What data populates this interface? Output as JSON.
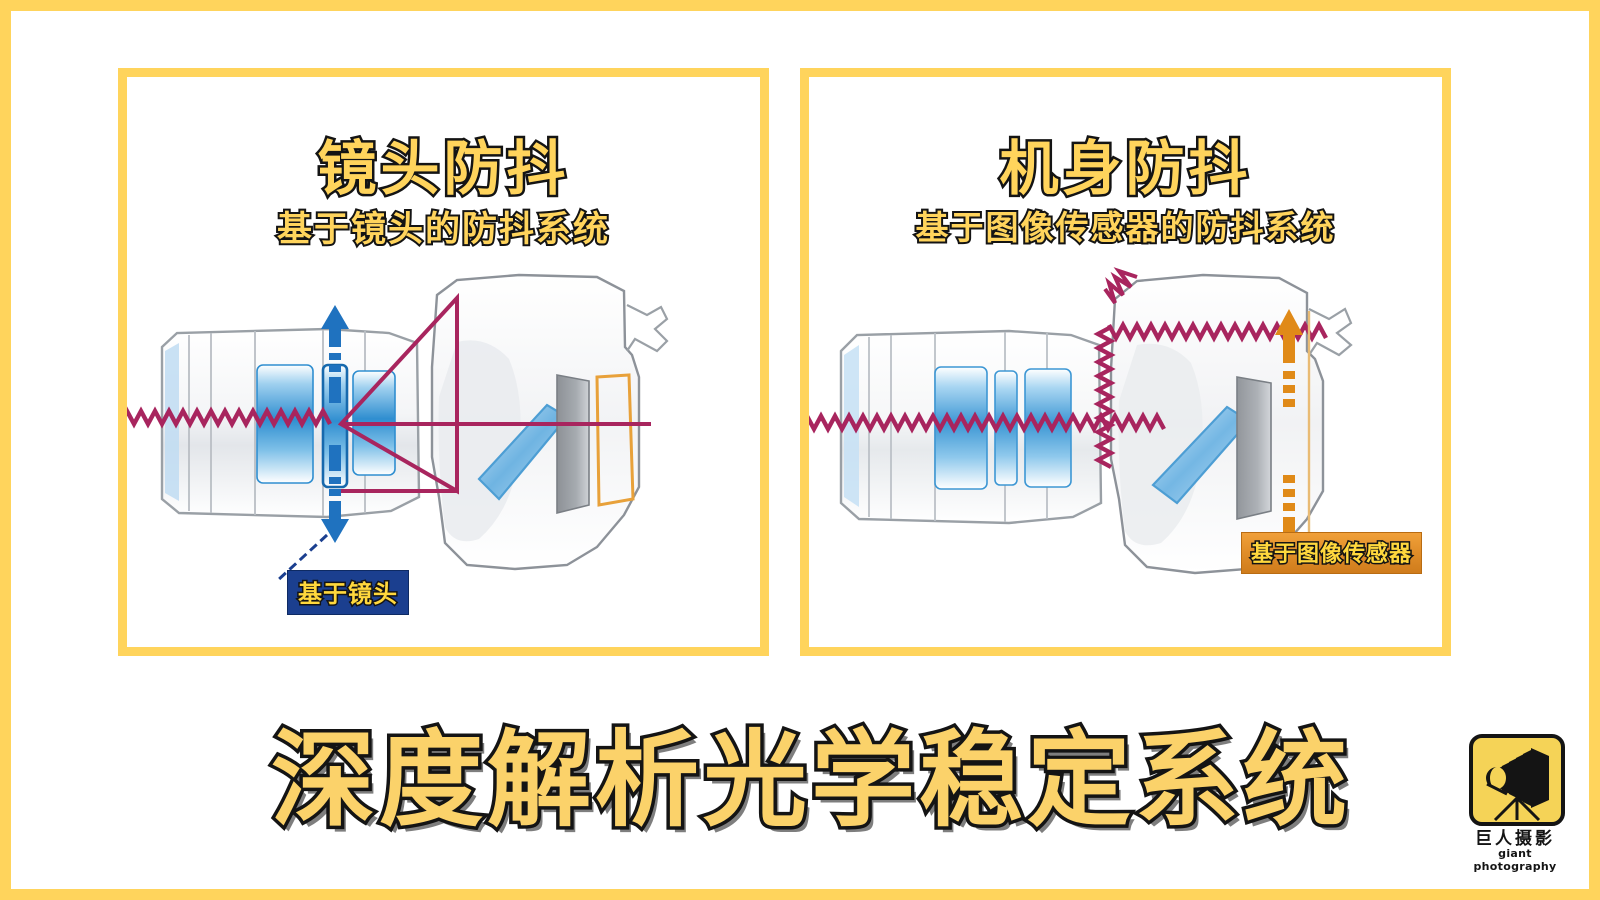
{
  "theme": {
    "frame_color": "#ffd45c",
    "title_fill": "#ffd45c",
    "title_outline": "#141414",
    "ray_color": "#a8255e",
    "lens_blue": "#3f92d2",
    "arrow_orange": "#e08a18",
    "label_blue_bg": "#1b3f8f",
    "label_orange_bg": "#e08d28",
    "background": "#ffffff"
  },
  "panels": [
    {
      "id": "lens-stabilization",
      "title": "镜头防抖",
      "subtitle": "基于镜头的防抖系统",
      "callout": "基于镜头",
      "callout_style": "blue",
      "diagram": {
        "name": "dslr-cutaway-lens-is",
        "parts": [
          "lens-barrel",
          "lens-elements",
          "stabilized-lens-group",
          "vertical-shift-arrow",
          "reflex-mirror",
          "image-sensor",
          "pentaprism",
          "viewfinder",
          "lcd-screen"
        ],
        "light_ray": "shaky-ray-enters-lens-steadied-to-straight-path",
        "arrow_orientation": "vertical-double-headed",
        "arrow_color": "blue"
      }
    },
    {
      "id": "body-stabilization",
      "title": "机身防抖",
      "subtitle": "基于图像传感器的防抖系统",
      "callout": "基于图像传感器",
      "callout_style": "orange",
      "diagram": {
        "name": "dslr-cutaway-sensor-is",
        "parts": [
          "lens-barrel",
          "lens-elements",
          "reflex-mirror",
          "image-sensor",
          "sensor-shift-arrow",
          "pentaprism",
          "viewfinder"
        ],
        "light_ray": "shaky-ray-remains-shaky-through-whole-path",
        "arrow_orientation": "vertical-double-headed",
        "arrow_color": "orange"
      }
    }
  ],
  "bottom_title": "深度解析光学稳定系统",
  "logo": {
    "mark": "bellows-camera-on-tripod-icon",
    "cn_name": "巨人摄影",
    "en_name": "giant photography"
  }
}
